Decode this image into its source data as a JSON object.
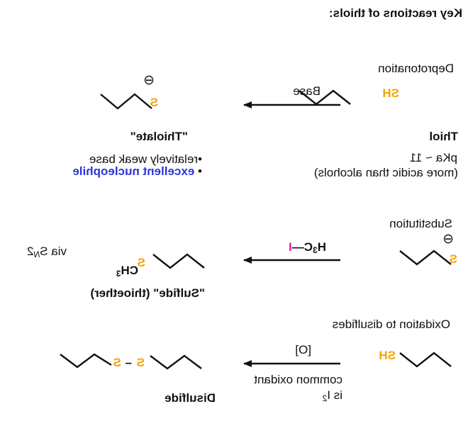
{
  "title": "Key reactions of thiols:",
  "reactions": [
    {
      "name": "Deprotonation",
      "reagent": "Base",
      "reactant_atom": "SH",
      "reactant_name": "Thiol",
      "reactant_note_1": "pKa ~ 11",
      "reactant_note_2": "(more acidic than alcohols)",
      "product_atom": "S",
      "product_charge": "⊖",
      "product_name": "\"Thiolate\"",
      "product_note_1": "•relatively weak base",
      "product_note_2_bullet": "•",
      "product_note_2": "excellent nucleophile"
    },
    {
      "name": "Substitution",
      "reagent_left": "H",
      "reagent_left_sub": "3",
      "reagent_left_c": "C",
      "reagent_bond": "—",
      "reagent_right": "I",
      "reactant_atom": "S",
      "reactant_charge": "⊖",
      "product_atom": "S",
      "product_group": "CH",
      "product_group_sub": "3",
      "product_name": "\"Sulfide\" (thioether)",
      "mechanism_prefix": "via S",
      "mechanism_sub": "N",
      "mechanism_num": "2"
    },
    {
      "name": "Oxidation to disulfides",
      "reagent": "[O]",
      "reactant_atom": "SH",
      "note_1": "common oxidant",
      "note_2_prefix": "is I",
      "note_2_sub": "2",
      "product_s1": "S",
      "product_dash": "–",
      "product_s2": "S",
      "product_name": "Disulfide"
    }
  ],
  "colors": {
    "sulfur": "#f4a300",
    "iodine": "#e0189a",
    "highlight": "#2a36d8"
  }
}
